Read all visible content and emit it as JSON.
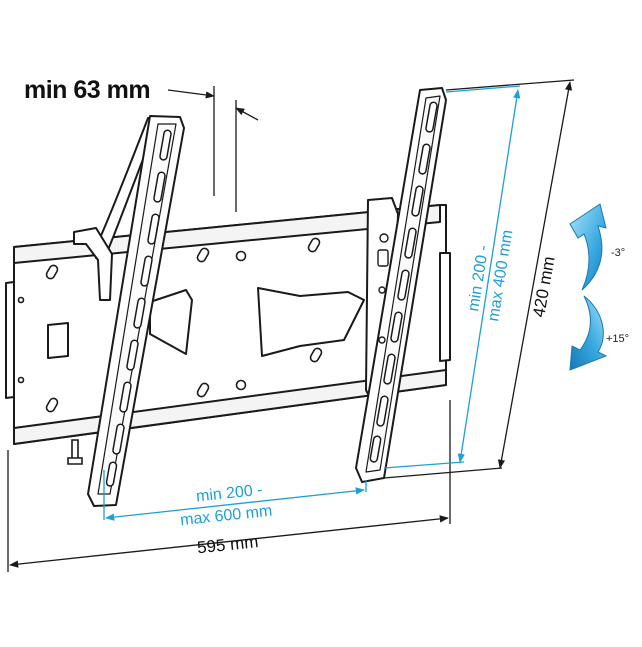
{
  "labels": {
    "depth": "min 63 mm",
    "width_total": "595 mm",
    "height_total": "420 mm",
    "horizontal_vesa_line1": "min 200 -",
    "horizontal_vesa_line2": "max 600 mm",
    "vertical_vesa_line1": "min 200 -",
    "vertical_vesa_line2": "max 400 mm",
    "tilt_up": "-3°",
    "tilt_down": "+15°"
  },
  "colors": {
    "line": "#1a1a1a",
    "accent_blue": "#1e9fd6",
    "arrow_blue_dark": "#1679b7",
    "arrow_blue_light": "#7fd0f3"
  },
  "icons": [
    "tilt-up-arrow-icon",
    "tilt-down-arrow-icon"
  ]
}
